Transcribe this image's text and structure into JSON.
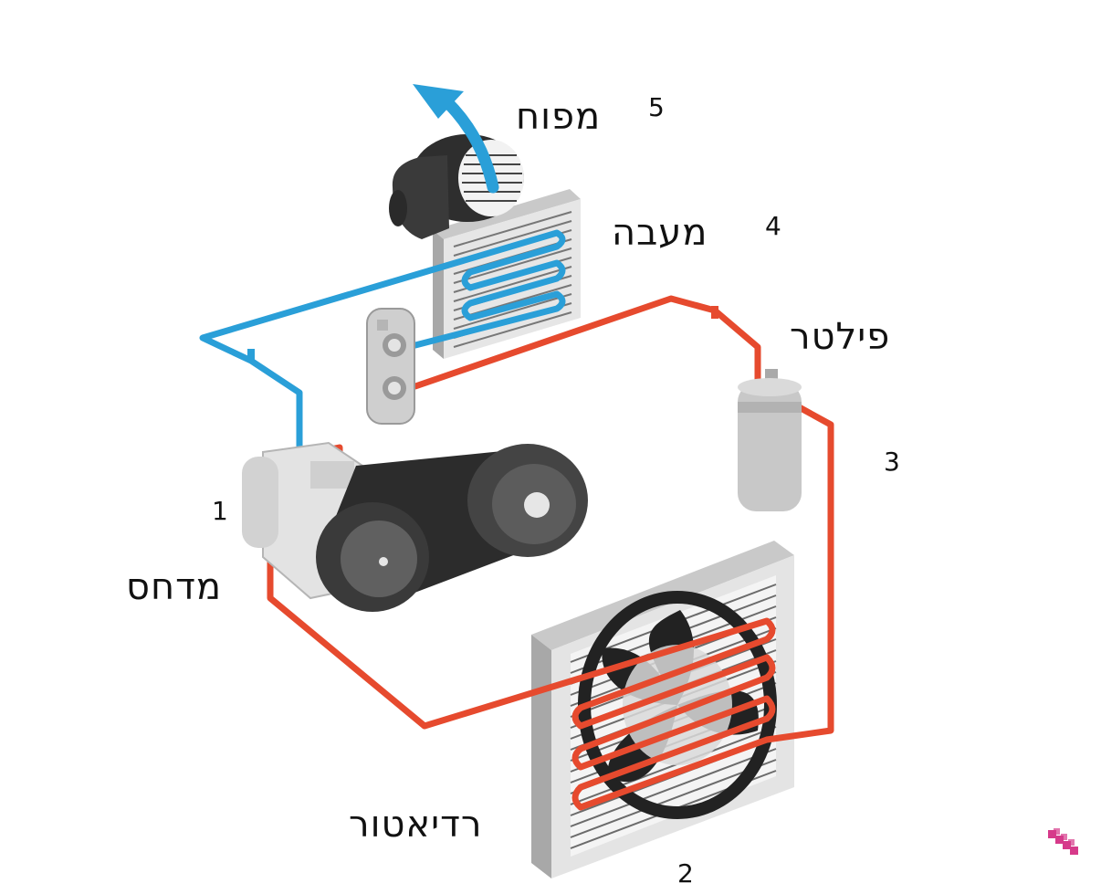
{
  "labels": {
    "compressor": {
      "number": "1",
      "name": "מדחס"
    },
    "radiator": {
      "number": "2",
      "name": "רדיאטור"
    },
    "filter": {
      "number": "3",
      "name": "פילטר"
    },
    "evaporator": {
      "number": "4",
      "name": "מעבה"
    },
    "blower": {
      "number": "5",
      "name": "מפוח"
    }
  },
  "colors": {
    "hot_line": "#e64a2e",
    "cold_line": "#2a9fd8",
    "metal_light": "#dcdcdc",
    "metal_dark": "#3a3a3a",
    "logo": "#d63a8a"
  },
  "icons": {
    "airflow": "arrow-up-left-icon",
    "logo": "pixel-logo-icon"
  }
}
